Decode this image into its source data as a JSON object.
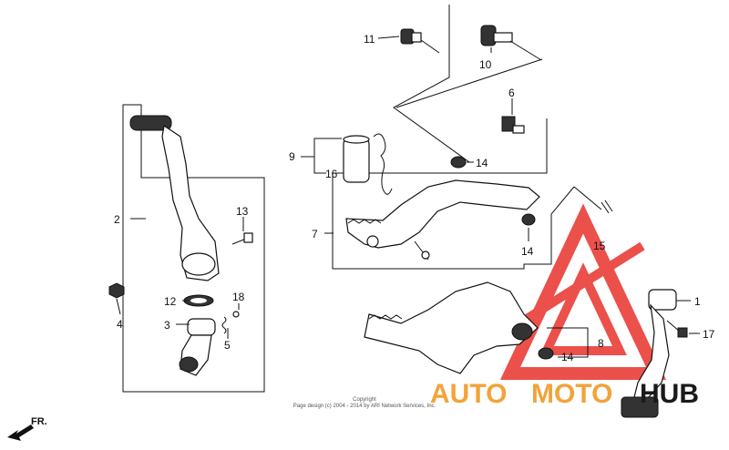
{
  "callouts": {
    "c1": "1",
    "c2": "2",
    "c3": "3",
    "c4": "4",
    "c5": "5",
    "c6": "6",
    "c7": "7",
    "c8": "8",
    "c9": "9",
    "c10": "10",
    "c11": "11",
    "c12": "12",
    "c13": "13",
    "c14a": "14",
    "c14b": "14",
    "c14c": "14",
    "c15": "15",
    "c16": "16",
    "c17": "17",
    "c18": "18"
  },
  "copyright": {
    "line1": "Copyright",
    "line2": "Page design (c) 2004 - 2014 by ARI Network Services, Inc."
  },
  "direction": {
    "label": "FR."
  },
  "watermark": {
    "text_a": "AUTO",
    "text_b": "MOTO",
    "text_c": "HUB",
    "color_primary": "#e8322c",
    "color_secondary": "#f2a33a",
    "color_dark": "#1a1a1a"
  }
}
